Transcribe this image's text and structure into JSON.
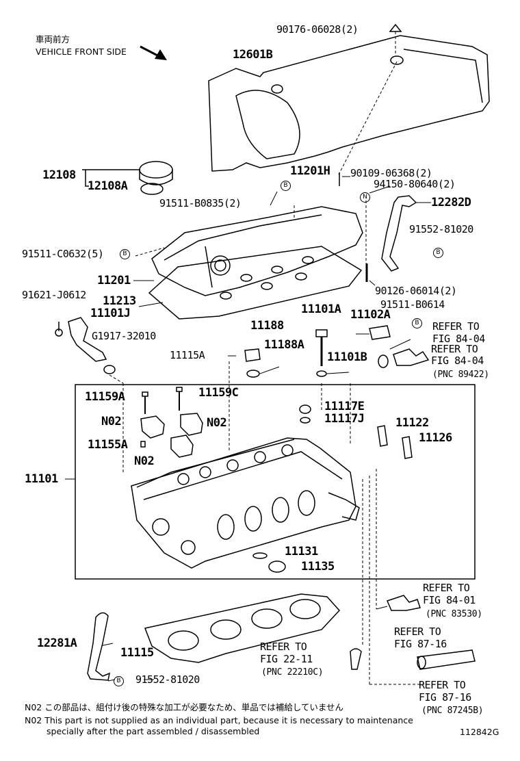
{
  "header": {
    "front_jp": "車両前方",
    "front_en": "VEHICLE FRONT SIDE"
  },
  "parts": {
    "p90176": "90176-06028(2)",
    "p12601B": "12601B",
    "p12108": "12108",
    "p12108A": "12108A",
    "p11201H": "11201H",
    "p90109": "90109-06368(2)",
    "p94150": "94150-80640(2)",
    "p91511B0835": "91511-B0835(2)",
    "p12282D": "12282D",
    "p91552a": "91552-81020",
    "p91511C0632": "91511-C0632(5)",
    "p11201": "11201",
    "p90126": "90126-06014(2)",
    "p91621": "91621-J0612",
    "p11213": "11213",
    "p11101J": "11101J",
    "pG1917": "G1917-32010",
    "p11188": "11188",
    "p11101A": "11101A",
    "p11102A": "11102A",
    "p91511B0614": "91511-B0614",
    "p11188A": "11188A",
    "p11115A": "11115A",
    "p11101B": "11101B",
    "p11159A": "11159A",
    "p11159C": "11159C",
    "p11117E": "11117E",
    "p11117J": "11117J",
    "pN02a": "N02",
    "pN02b": "N02",
    "pN02c": "N02",
    "p11122": "11122",
    "p11126": "11126",
    "p11155A": "11155A",
    "p11101": "11101",
    "p11131": "11131",
    "p11135": "11135",
    "p12281A": "12281A",
    "p11115": "11115",
    "p91552b": "91552-81020"
  },
  "refs": {
    "r1": {
      "l1": "REFER TO",
      "l2": "FIG 84-04"
    },
    "r2": {
      "l1": "REFER TO",
      "l2": "FIG 84-04",
      "l3": "(PNC 89422)"
    },
    "r3": {
      "l1": "REFER TO",
      "l2": "FIG 84-01",
      "l3": "(PNC 83530)"
    },
    "r4": {
      "l1": "REFER TO",
      "l2": "FIG 87-16"
    },
    "r5": {
      "l1": "REFER TO",
      "l2": "FIG 22-11",
      "l3": "(PNC 22210C)"
    },
    "r6": {
      "l1": "REFER TO",
      "l2": "FIG 87-16",
      "l3": "(PNC 87245B)"
    }
  },
  "markers": {
    "b": "B",
    "n": "N"
  },
  "footer": {
    "note_jp": "N02 この部品は、組付け後の特殊な加工が必要なため、単品では補給していません",
    "note_en1": "N02 This part is not supplied as an individual part, because it is necessary to maintenance",
    "note_en2": "specially after the part assembled / disassembled",
    "fig_id": "112842G"
  }
}
